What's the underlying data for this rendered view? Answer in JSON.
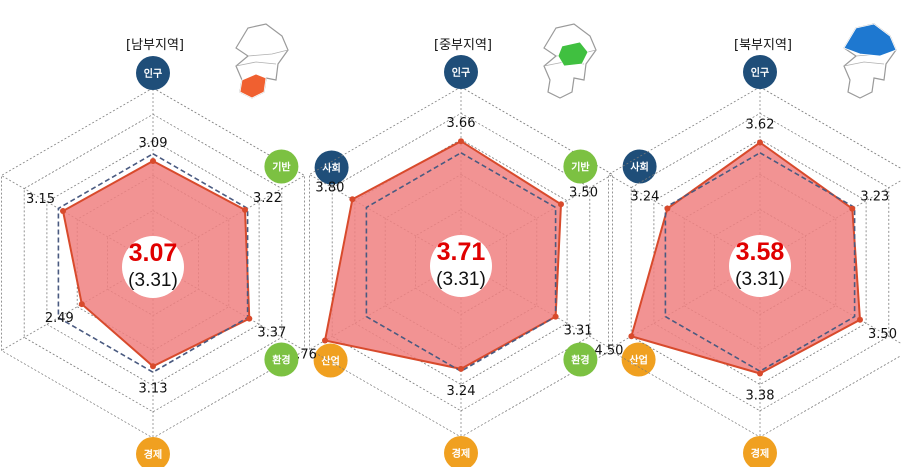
{
  "colors": {
    "population": "#1f4e79",
    "society": "#1f4e79",
    "industry": "#f0a020",
    "economy": "#f0a020",
    "environment": "#7cc142",
    "infrastructure": "#7cc142",
    "value_fill": "#f08080",
    "value_line": "#d84a2c",
    "average_line": "#4a5a80",
    "center_value": "#e00000",
    "south_map_highlight": "#f06030",
    "central_map_highlight": "#40c040",
    "north_map_highlight": "#1e78d0"
  },
  "chart_data": [
    {
      "type": "radar",
      "title": "[남부지역]",
      "axes": [
        "인구",
        "사회",
        "산업",
        "경제",
        "환경",
        "기반"
      ],
      "series": [
        {
          "values": [
            3.09,
            3.22,
            3.37,
            3.13,
            2.49,
            3.15
          ]
        },
        {
          "values": [
            3.31,
            3.31,
            3.31,
            3.31,
            3.31,
            3.31
          ]
        }
      ],
      "value_labels": [
        "3.09",
        "3.22",
        "3.37",
        "3.13",
        "2.49",
        "3.15"
      ],
      "center_value": "3.07",
      "center_average": "(3.31)",
      "map_icon": "south-region-map-icon"
    },
    {
      "type": "radar",
      "title": "[중부지역]",
      "axes": [
        "인구",
        "사회",
        "산업",
        "경제",
        "환경",
        "기반"
      ],
      "series": [
        {
          "values": [
            3.66,
            3.5,
            3.31,
            3.24,
            4.76,
            3.8
          ]
        },
        {
          "values": [
            3.31,
            3.31,
            3.31,
            3.31,
            3.31,
            3.31
          ]
        }
      ],
      "value_labels": [
        "3.66",
        "3.50",
        "3.31",
        "3.24",
        "4.76",
        "3.80"
      ],
      "center_value": "3.71",
      "center_average": "(3.31)",
      "map_icon": "central-region-map-icon"
    },
    {
      "type": "radar",
      "title": "[북부지역]",
      "axes": [
        "인구",
        "사회",
        "산업",
        "경제",
        "환경",
        "기반"
      ],
      "series": [
        {
          "values": [
            3.62,
            3.23,
            3.5,
            3.38,
            4.5,
            3.24
          ]
        },
        {
          "values": [
            3.31,
            3.31,
            3.31,
            3.31,
            3.31,
            3.31
          ]
        }
      ],
      "value_labels": [
        "3.62",
        "3.23",
        "3.50",
        "3.38",
        "4.50",
        "3.24"
      ],
      "center_value": "3.58",
      "center_average": "(3.31)",
      "map_icon": "north-region-map-icon"
    }
  ]
}
